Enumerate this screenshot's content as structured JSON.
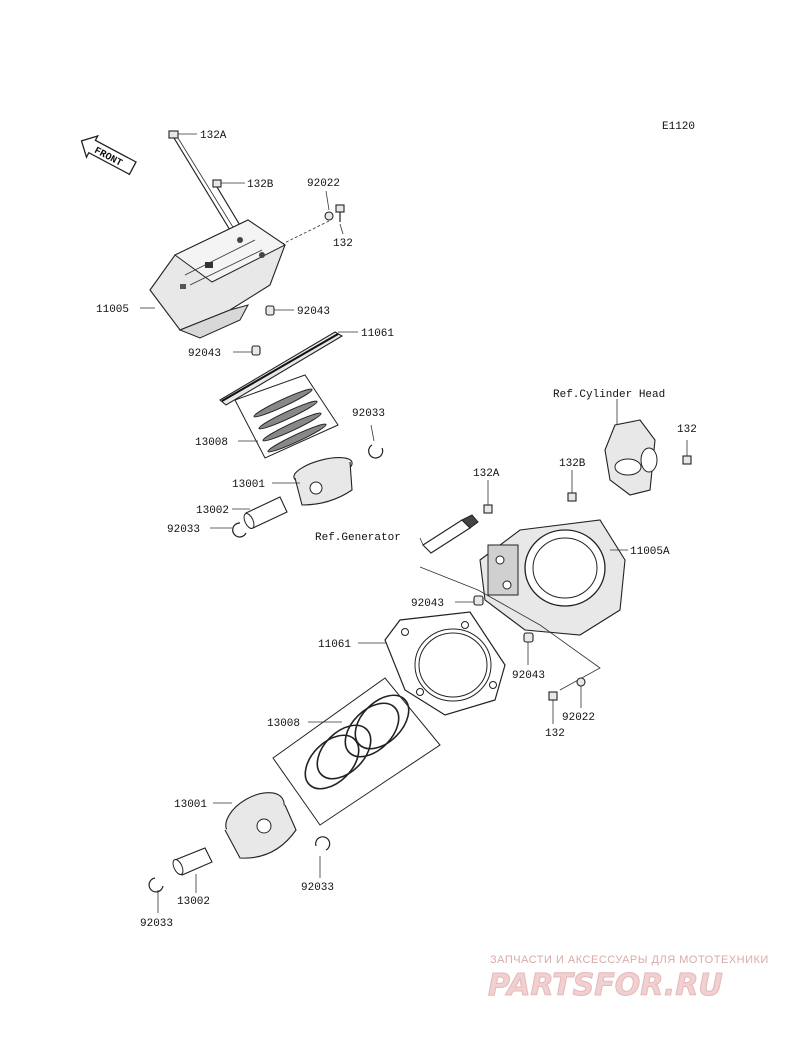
{
  "diagram_code": "E1120",
  "front_label": "FRONT",
  "ref_labels": {
    "cylinder_head": "Ref.Cylinder Head",
    "generator": "Ref.Generator"
  },
  "callouts": {
    "c132A_top": "132A",
    "c132B_top": "132B",
    "c92022_top": "92022",
    "c132_top": "132",
    "c11005": "11005",
    "c92043_a": "92043",
    "c11061_top": "11061",
    "c92043_b": "92043",
    "c92033_r1": "92033",
    "c13008_top": "13008",
    "c13001_top": "13001",
    "c13002_top": "13002",
    "c92033_l1": "92033",
    "c132_right": "132",
    "c132A_mid": "132A",
    "c132B_mid": "132B",
    "c11005A": "11005A",
    "c92043_c": "92043",
    "c11061_bottom": "11061",
    "c92043_d": "92043",
    "c92022_bottom": "92022",
    "c132_bottom": "132",
    "c13008_bottom": "13008",
    "c13001_bottom": "13001",
    "c92033_r2": "92033",
    "c13002_bottom": "13002",
    "c92033_l2": "92033"
  },
  "watermark": {
    "line1": "ЗАПЧАСТИ И АКСЕССУАРЫ ДЛЯ МОТОТЕХНИКИ",
    "logo": "PARTSFOR.RU"
  }
}
